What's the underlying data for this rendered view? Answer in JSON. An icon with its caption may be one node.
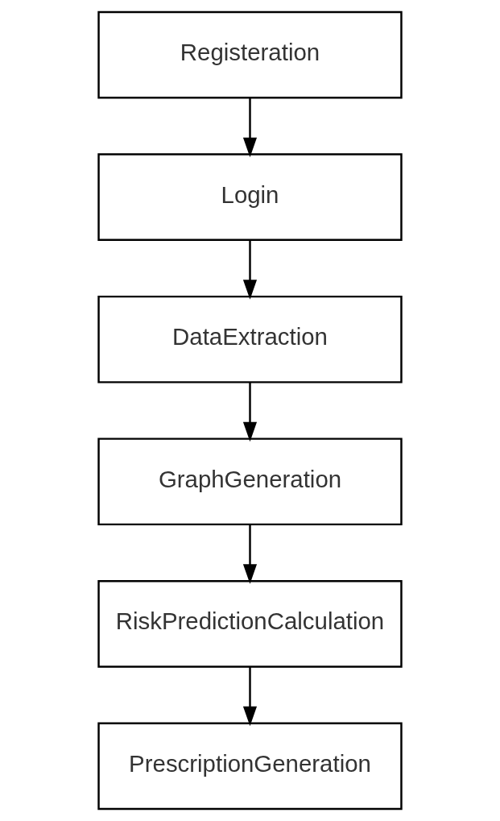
{
  "diagram": {
    "nodes": [
      {
        "text": [
          "Registeration"
        ]
      },
      {
        "text": [
          "Login"
        ]
      },
      {
        "text": [
          "DataExtraction"
        ]
      },
      {
        "text": [
          "GraphGeneration"
        ]
      },
      {
        "text": [
          "RiskPredictionCalculation"
        ]
      },
      {
        "text": [
          "PrescriptionGeneration"
        ]
      }
    ],
    "edges": [
      {
        "from": 0,
        "to": 1,
        "arrow": "to"
      },
      {
        "from": 1,
        "to": 2,
        "arrow": "to"
      },
      {
        "from": 2,
        "to": 3,
        "arrow": "to"
      },
      {
        "from": 3,
        "to": 4,
        "arrow": "to"
      },
      {
        "from": 4,
        "to": 5,
        "arrow": "to"
      }
    ]
  }
}
